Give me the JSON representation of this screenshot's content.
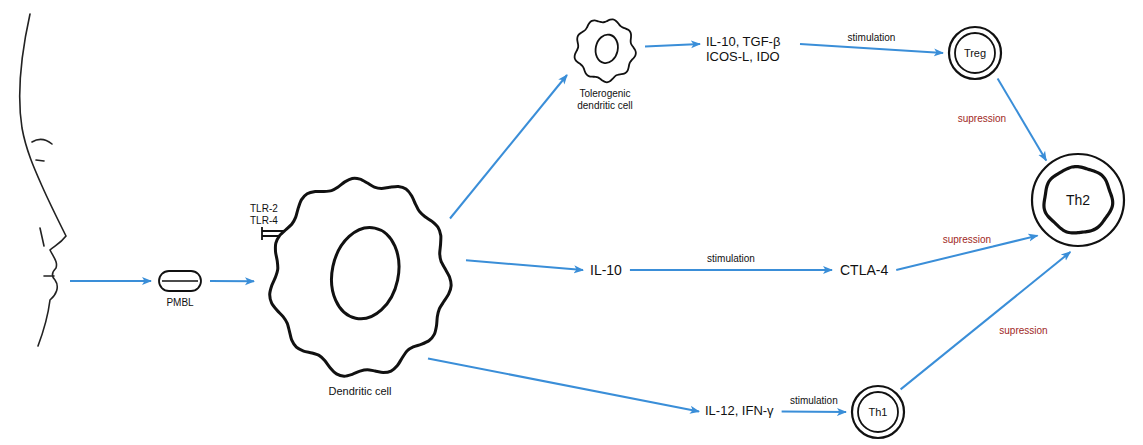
{
  "diagram": {
    "nodes": [
      {
        "text": [
          "PMBL"
        ]
      },
      {
        "text": [
          "Dendritic cell"
        ]
      },
      {
        "text": [
          "Tolerogenic dendritic cell"
        ]
      },
      {
        "text": [
          "IL-10, TGF-β ICOS-L, IDO"
        ]
      },
      {
        "text": [
          "Treg"
        ]
      },
      {
        "text": [
          "IL-10"
        ]
      },
      {
        "text": [
          "CTLA-4"
        ]
      },
      {
        "text": [
          "Th2"
        ]
      },
      {
        "text": [
          "IL-12, IFN-γ"
        ]
      },
      {
        "text": [
          "Th1"
        ]
      }
    ],
    "edges": [
      {
        "from": 0,
        "to": 1,
        "arrow": "to"
      },
      {
        "from": 1,
        "to": 2,
        "arrow": "to"
      },
      {
        "from": 1,
        "to": 5,
        "arrow": "to"
      },
      {
        "from": 1,
        "to": 8,
        "arrow": "to"
      },
      {
        "from": 2,
        "to": 3,
        "arrow": "to"
      },
      {
        "from": 3,
        "to": 4,
        "label": "stimulation",
        "arrow": "to"
      },
      {
        "from": 4,
        "to": 7,
        "label": "supression",
        "arrow": "to"
      },
      {
        "from": 5,
        "to": 6,
        "label": "stimulation",
        "arrow": "to"
      },
      {
        "from": 6,
        "to": 7,
        "label": "supression",
        "arrow": "to"
      },
      {
        "from": 8,
        "to": 9,
        "label": "stimulation",
        "arrow": "to"
      },
      {
        "from": 9,
        "to": 7,
        "label": "supression",
        "arrow": "to"
      }
    ],
    "labels": [
      "TLR-2",
      "TLR-4"
    ]
  }
}
